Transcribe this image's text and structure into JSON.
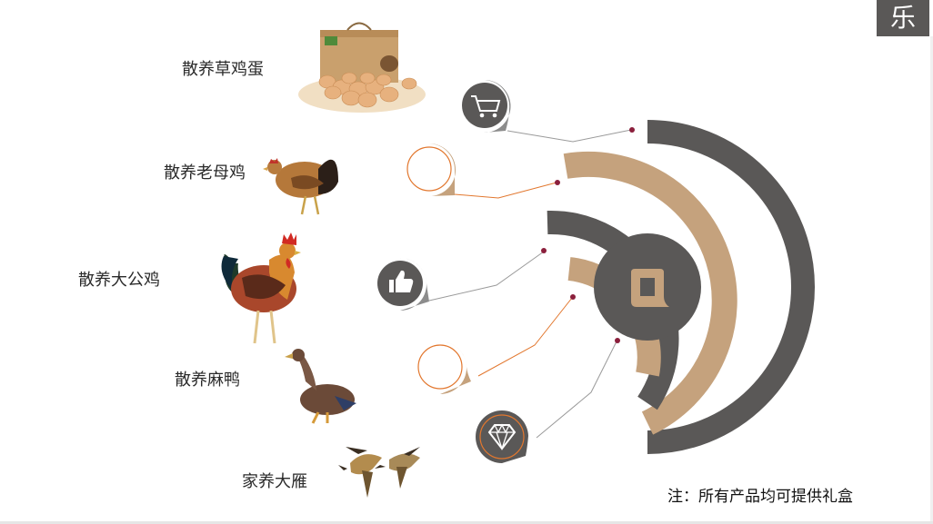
{
  "corner_badge": "乐",
  "products": [
    {
      "label": "散养草鸡蛋"
    },
    {
      "label": "散养老母鸡"
    },
    {
      "label": "散养大公鸡"
    },
    {
      "label": "散养麻鸭"
    },
    {
      "label": "家养大雁"
    }
  ],
  "icons": [
    "shopping-cart-icon",
    "delivery-truck-icon",
    "thumbs-up-icon",
    "money-bill-icon",
    "diamond-icon"
  ],
  "note": "注：所有产品均可提供礼盒",
  "colors": {
    "dark": "#5a5857",
    "tan": "#c5a27d",
    "orange_line": "#e2772e",
    "gray_line": "#9a9a9a",
    "dot": "#8b1f3c"
  }
}
